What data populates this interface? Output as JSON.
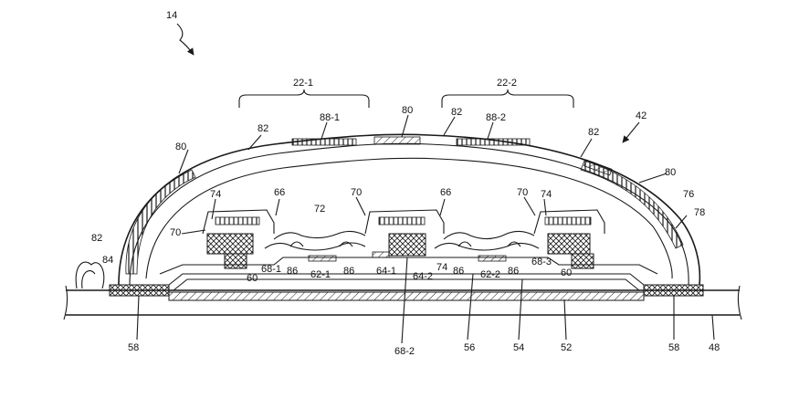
{
  "figure": {
    "ref_numeral": "14",
    "labels": {
      "l22_1": "22-1",
      "l22_2": "22-2",
      "l42": "42",
      "l80_top": "80",
      "l82_a": "82",
      "l82_b": "82",
      "l82_c": "82",
      "l88_1": "88-1",
      "l88_2": "88-2",
      "l80_left": "80",
      "l80_right": "80",
      "l76": "76",
      "l78": "78",
      "l66_a": "66",
      "l66_b": "66",
      "l70_a": "70",
      "l70_b": "70",
      "l70_c": "70",
      "l74_a": "74",
      "l74_b": "74",
      "l74_c": "74",
      "l72": "72",
      "l82_left": "82",
      "l84": "84",
      "l68_1": "68-1",
      "l60_a": "60",
      "l60_b": "60",
      "l86_a": "86",
      "l86_b": "86",
      "l86_c": "86",
      "l86_d": "86",
      "l62_1": "62-1",
      "l62_2": "62-2",
      "l64_1": "64-1",
      "l64_2": "64-2",
      "l68_3": "68-3",
      "l58_a": "58",
      "l58_b": "58",
      "l68_2": "68-2",
      "l56": "56",
      "l54": "54",
      "l52": "52",
      "l48": "48"
    }
  },
  "colors": {
    "line": "#1a1a1a",
    "background": "#ffffff"
  }
}
